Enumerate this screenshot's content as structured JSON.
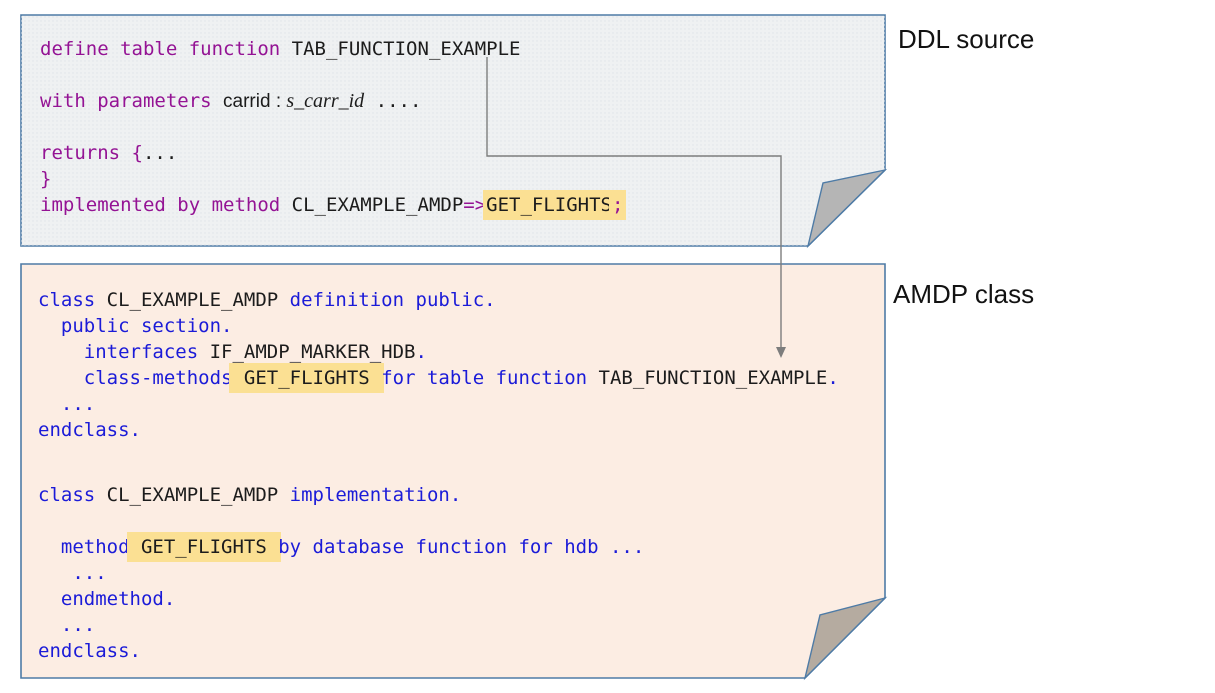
{
  "labels": {
    "ddl_source": "DDL source",
    "amdp_class": "AMDP class"
  },
  "colors": {
    "border": "#4e7ba6",
    "note1_bg": "#eff1f2",
    "note1_dots": "#dfe3e7",
    "note2_bg": "#fcede3",
    "fold1": "#b5b5b5",
    "fold2": "#b5aba0",
    "keyword_ddl": "#941394",
    "keyword_abap": "#1b1bd8",
    "code_text": "#1c1c1c",
    "highlight": "#fbe093",
    "arrow": "#7d7d7d",
    "label_text": "#121212"
  },
  "ddl_note": {
    "lines": [
      {
        "row": 0,
        "segs": [
          {
            "t": "define table function ",
            "c": "k1"
          },
          {
            "t": "TAB_FUNCTION_EXAMPLE",
            "c": "t"
          }
        ]
      },
      {
        "row": 2,
        "segs": [
          {
            "t": "with parameters ",
            "c": "k1"
          },
          {
            "t": "carrid : ",
            "c": "p"
          },
          {
            "t": "s_carr_id",
            "c": "i"
          },
          {
            "t": " ....",
            "c": "t"
          }
        ]
      },
      {
        "row": 4,
        "segs": [
          {
            "t": "returns {",
            "c": "k1"
          },
          {
            "t": "...",
            "c": "t"
          }
        ]
      },
      {
        "row": 5,
        "segs": [
          {
            "t": "}",
            "c": "k1"
          }
        ]
      },
      {
        "row": 6,
        "segs": [
          {
            "t": "implemented by method ",
            "c": "k1"
          },
          {
            "t": "CL_EXAMPLE_AMDP",
            "c": "t"
          },
          {
            "t": "=>",
            "c": "k1"
          },
          {
            "t": "GET_FLIGHTS",
            "c": "t",
            "hl": true
          },
          {
            "t": ";",
            "c": "k1",
            "hl": true
          }
        ]
      }
    ]
  },
  "amdp_note": {
    "lines": [
      {
        "row": 0,
        "segs": [
          {
            "t": "class ",
            "c": "k2"
          },
          {
            "t": "CL_EXAMPLE_AMDP",
            "c": "t"
          },
          {
            "t": " definition public.",
            "c": "k2"
          }
        ]
      },
      {
        "row": 1,
        "segs": [
          {
            "t": "  public section.",
            "c": "k2"
          }
        ]
      },
      {
        "row": 2,
        "segs": [
          {
            "t": "    interfaces ",
            "c": "k2"
          },
          {
            "t": "IF_AMDP_MARKER_HDB",
            "c": "t"
          },
          {
            "t": ".",
            "c": "k2"
          }
        ]
      },
      {
        "row": 3,
        "segs": [
          {
            "t": "    class-methods",
            "c": "k2"
          },
          {
            "t": " GET_FLIGHTS ",
            "c": "t",
            "hl": true
          },
          {
            "t": "for table function ",
            "c": "k2"
          },
          {
            "t": "TAB_FUNCTION_EXAMPLE",
            "c": "t"
          },
          {
            "t": ".",
            "c": "k2"
          }
        ]
      },
      {
        "row": 4,
        "segs": [
          {
            "t": "  ...",
            "c": "k2"
          }
        ]
      },
      {
        "row": 5,
        "segs": [
          {
            "t": "endclass.",
            "c": "k2"
          }
        ]
      },
      {
        "row": 7.5,
        "segs": [
          {
            "t": "class ",
            "c": "k2"
          },
          {
            "t": "CL_EXAMPLE_AMDP",
            "c": "t"
          },
          {
            "t": " implementation.",
            "c": "k2"
          }
        ]
      },
      {
        "row": 9.5,
        "segs": [
          {
            "t": "  method",
            "c": "k2"
          },
          {
            "t": " GET_FLIGHTS ",
            "c": "t",
            "hl": true
          },
          {
            "t": "by database function for hdb ...",
            "c": "k2"
          }
        ]
      },
      {
        "row": 10.5,
        "segs": [
          {
            "t": "   ...",
            "c": "k2"
          }
        ]
      },
      {
        "row": 11.5,
        "segs": [
          {
            "t": "  endmethod.",
            "c": "k2"
          }
        ]
      },
      {
        "row": 12.5,
        "segs": [
          {
            "t": "  ...",
            "c": "k2"
          }
        ]
      },
      {
        "row": 13.5,
        "segs": [
          {
            "t": "endclass.",
            "c": "k2"
          }
        ]
      }
    ]
  }
}
